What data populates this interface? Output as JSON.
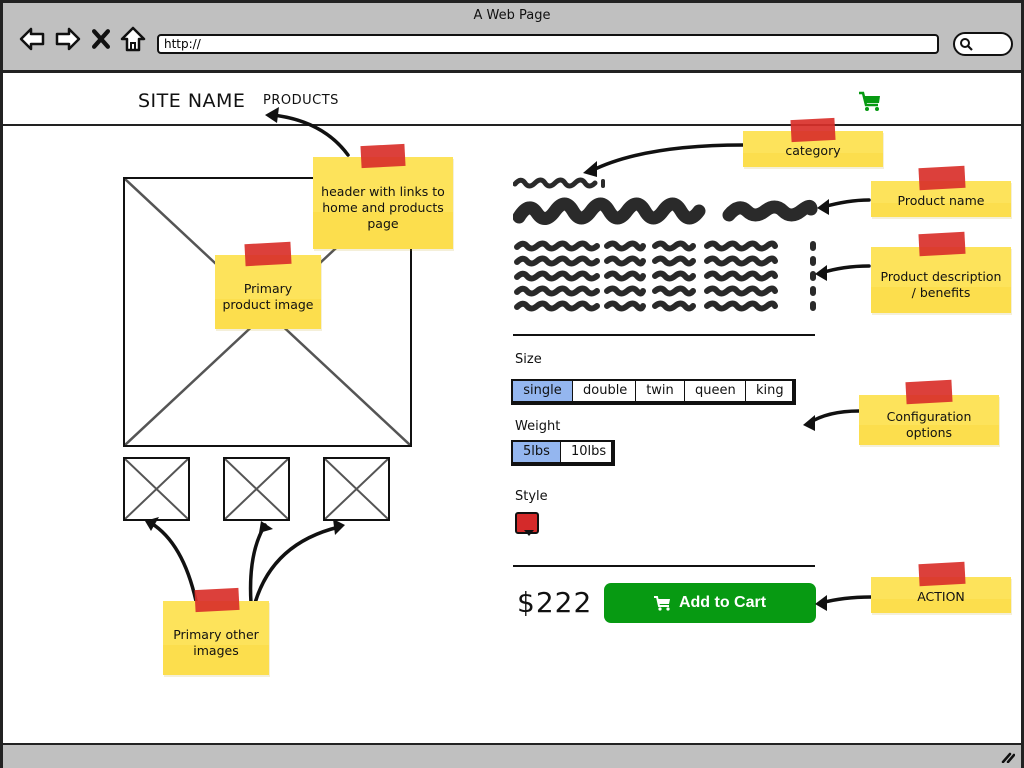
{
  "browser": {
    "window_title": "A Web Page",
    "url": "http://",
    "nav_icons": [
      "back-arrow-icon",
      "forward-arrow-icon",
      "stop-x-icon",
      "home-icon"
    ],
    "search_icon": "search-icon"
  },
  "site_header": {
    "site_name": "SITE NAME",
    "products_link": "PRODUCTS",
    "cart_icon": "shopping-cart-icon",
    "cart_color": "#079a12"
  },
  "product": {
    "category_placeholder": "scribbled category text",
    "name_placeholder": "scribbled product name",
    "description_placeholder": "scribbled description lines",
    "options": {
      "size": {
        "label": "Size",
        "choices": [
          "single",
          "double",
          "twin",
          "queen",
          "king"
        ],
        "selected": "single"
      },
      "weight": {
        "label": "Weight",
        "choices": [
          "5lbs",
          "10lbs"
        ],
        "selected": "5lbs"
      },
      "style": {
        "label": "Style",
        "swatch_color": "#d42a2a"
      }
    },
    "price": "$222",
    "add_to_cart_label": "Add to Cart",
    "add_to_cart_color": "#079a12",
    "selected_color": "#94b6ef"
  },
  "annotations": {
    "header": "header with links to home and products page",
    "primary_image": "Primary product image",
    "other_images": "Primary other images",
    "category": "category",
    "product_name": "Product name",
    "description": "Product description / benefits",
    "config": "Configuration options",
    "action": "ACTION"
  }
}
